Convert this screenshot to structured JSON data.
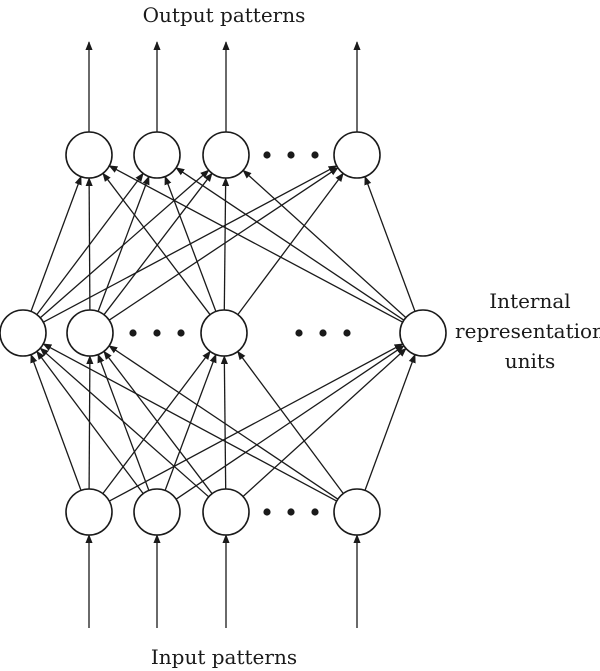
{
  "labels": {
    "output": "Output patterns",
    "hidden_line1": "Internal",
    "hidden_line2": "representation",
    "hidden_line3": "units",
    "input": "Input patterns"
  },
  "colors": {
    "ink": "#1a1a1a",
    "background": "#ffffff"
  },
  "network": {
    "input_nodes": 4,
    "hidden_nodes": 4,
    "output_nodes": 4,
    "fully_connected": true,
    "ellipsis_between": {
      "input": [
        2,
        3
      ],
      "hidden": [
        [
          1,
          2
        ],
        [
          2,
          3
        ]
      ],
      "output": [
        2,
        3
      ]
    }
  }
}
